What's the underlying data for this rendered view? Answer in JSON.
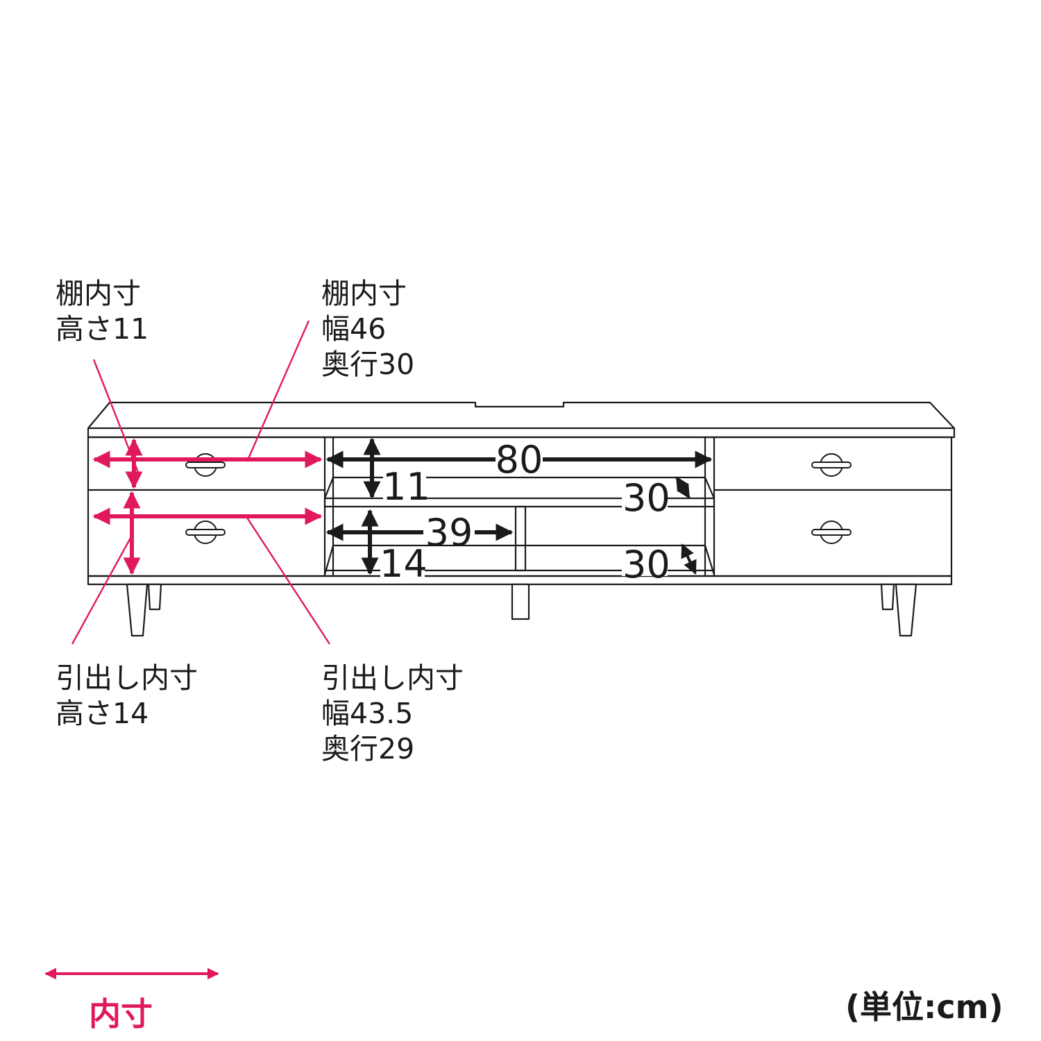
{
  "colors": {
    "inner_dimension": "#e0195e",
    "line": "#1a1a1a",
    "background": "#ffffff"
  },
  "callouts": {
    "shelf_height": {
      "title": "棚内寸",
      "line1": "高さ11"
    },
    "shelf_size": {
      "title": "棚内寸",
      "line1": "幅46",
      "line2": "奥行30"
    },
    "drawer_height": {
      "title": "引出し内寸",
      "line1": "高さ14"
    },
    "drawer_size": {
      "title": "引出し内寸",
      "line1": "幅43.5",
      "line2": "奥行29"
    }
  },
  "dimensions": {
    "center_width": "80",
    "upper_shelf_height": "11",
    "upper_shelf_depth": "30",
    "lower_compartment_width": "39",
    "lower_compartment_height": "14",
    "lower_compartment_depth": "30"
  },
  "legend": {
    "label": "内寸"
  },
  "unit": "(単位:cm)"
}
